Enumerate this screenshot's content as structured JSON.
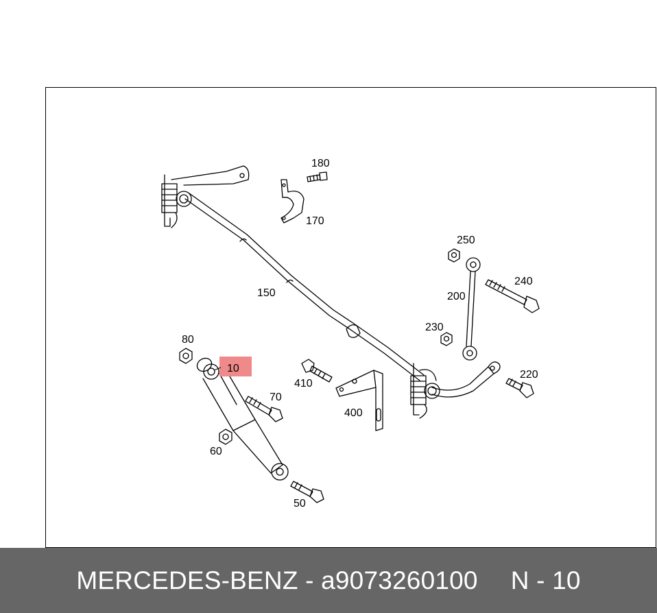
{
  "diagram": {
    "part_labels": {
      "p10": "10",
      "p50": "50",
      "p60": "60",
      "p70": "70",
      "p80": "80",
      "p150": "150",
      "p170": "170",
      "p180": "180",
      "p200": "200",
      "p220": "220",
      "p230": "230",
      "p240": "240",
      "p250": "250",
      "p400": "400",
      "p410": "410"
    },
    "highlighted_part": "10",
    "highlight_color": "#f08a8a",
    "line_color": "#000000"
  },
  "footer": {
    "brand": "MERCEDES-BENZ",
    "separator": "-",
    "part_number": "a9073260100",
    "position_label": "N - 10",
    "background_color": "#666666",
    "text_color": "#ffffff"
  }
}
